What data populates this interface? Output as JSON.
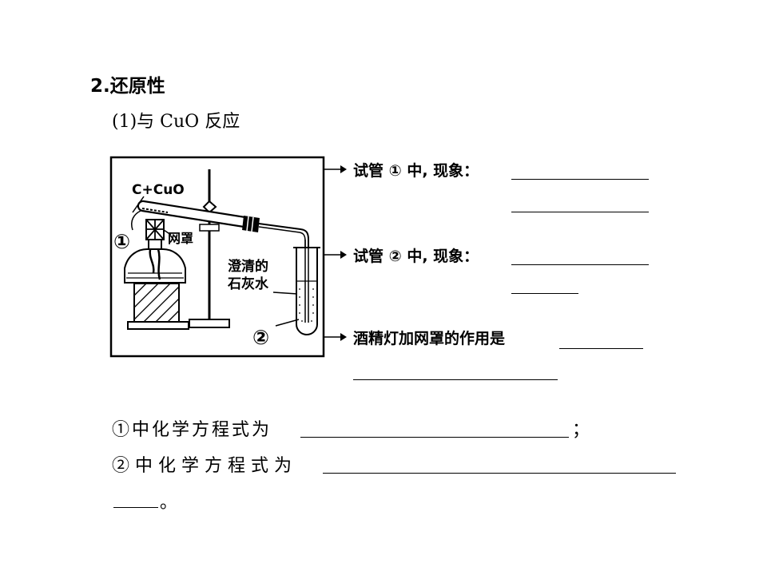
{
  "section": {
    "heading": "2.还原性",
    "subheading": "(1)与 CuO 反应"
  },
  "diagram": {
    "reactant_label": "C+CuO",
    "tube1_marker": "①",
    "gauze_label": "网罩",
    "limewater_label_line1": "澄清的",
    "limewater_label_line2": "石灰水",
    "tube2_marker": "②"
  },
  "questions": {
    "q1_label": "试管 ① 中, 现象：",
    "q2_label": "试管 ② 中, 现象：",
    "q3_label": "酒精灯加网罩的作用是"
  },
  "equations": {
    "eq1_label": "①中化学方程式为",
    "eq1_end": "；",
    "eq2_label": "②中化学方程式为",
    "eq2_end": "。"
  }
}
